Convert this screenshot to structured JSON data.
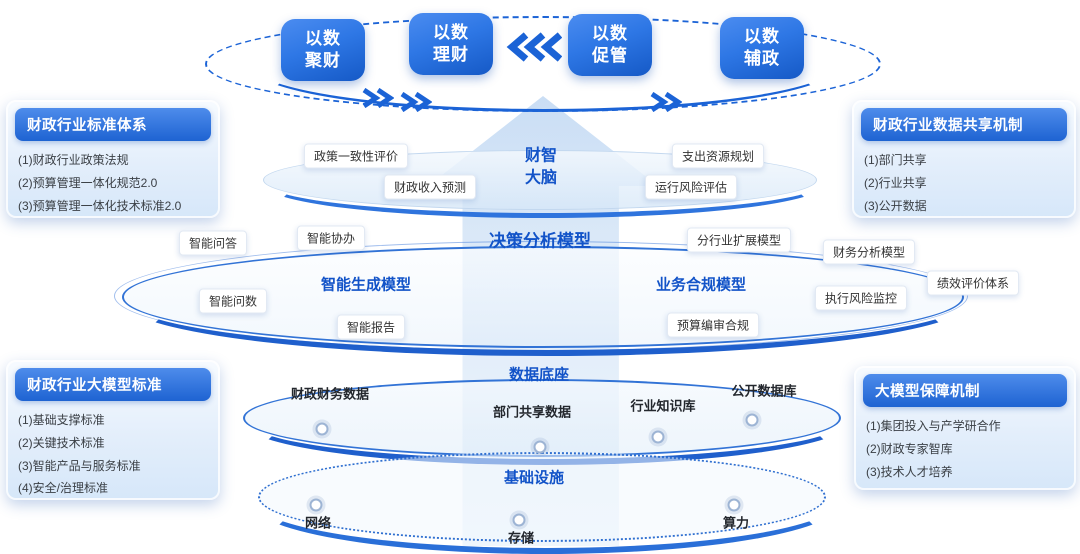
{
  "colors": {
    "accent_blue": "#1b63d6",
    "title_blue": "#1253c8",
    "pill_gradient_top": "#4b8cf0",
    "pill_gradient_bottom": "#1559c6",
    "chip_bg": "#ffffff"
  },
  "flow_pills": [
    {
      "line1": "以数",
      "line2": "聚财"
    },
    {
      "line1": "以数",
      "line2": "理财"
    },
    {
      "line1": "以数",
      "line2": "促管"
    },
    {
      "line1": "以数",
      "line2": "辅政"
    }
  ],
  "side_boxes": {
    "top_left": {
      "title": "财政行业标准体系",
      "items": [
        "(1)财政行业政策法规",
        "(2)预算管理一体化规范2.0",
        "(3)预算管理一体化技术标准2.0"
      ]
    },
    "top_right": {
      "title": "财政行业数据共享机制",
      "items": [
        "(1)部门共享",
        "(2)行业共享",
        "(3)公开数据"
      ]
    },
    "bottom_left": {
      "title": "财政行业大模型标准",
      "items": [
        "(1)基础支撑标准",
        "(2)关键技术标准",
        "(3)智能产品与服务标准",
        "(4)安全/治理标准"
      ]
    },
    "bottom_right": {
      "title": "大模型保障机制",
      "items": [
        "(1)集团投入与产学研合作",
        "(2)财政专家智库",
        "(3)技术人才培养"
      ]
    }
  },
  "brain_layer": {
    "title_line1": "财智",
    "title_line2": "大脑",
    "chips": [
      "政策一致性评价",
      "财政收入预测",
      "支出资源规划",
      "运行风险评估"
    ]
  },
  "model_layer": {
    "title": "决策分析模型",
    "left_model": "智能生成模型",
    "right_model": "业务合规模型",
    "left_chips": [
      "智能问答",
      "智能协办",
      "智能问数",
      "智能报告"
    ],
    "right_chips": [
      "分行业扩展模型",
      "财务分析模型",
      "绩效评价体系",
      "执行风险监控",
      "预算编审合规"
    ]
  },
  "data_layer": {
    "title": "数据底座",
    "items": [
      "财政财务数据",
      "部门共享数据",
      "行业知识库",
      "公开数据库"
    ]
  },
  "infra_layer": {
    "title": "基础设施",
    "items": [
      "网络",
      "存储",
      "算力"
    ]
  }
}
